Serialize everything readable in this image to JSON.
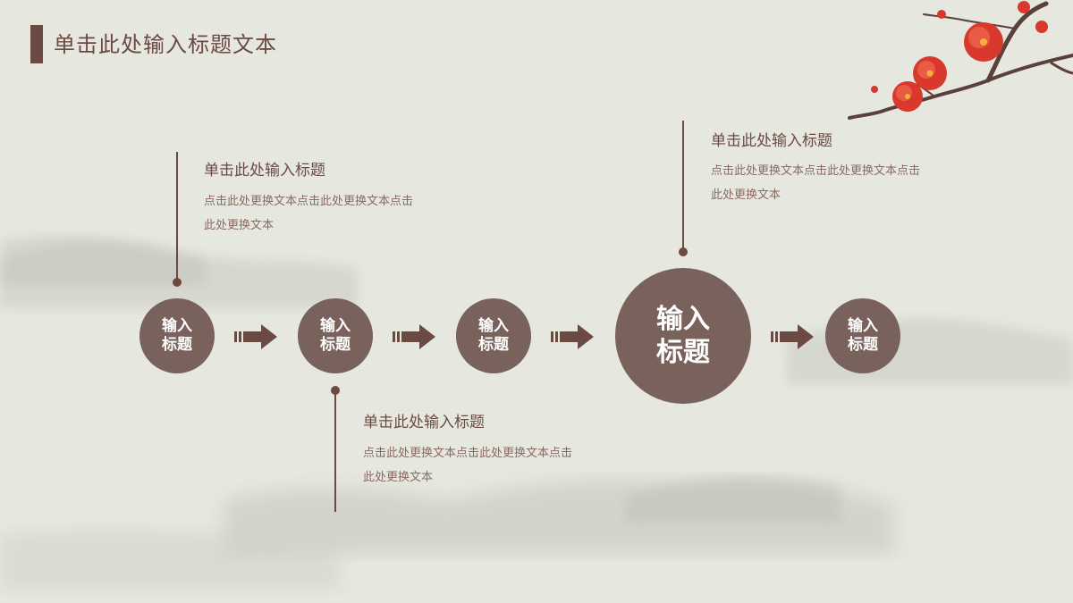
{
  "header": {
    "title": "单击此处输入标题文本"
  },
  "steps": [
    {
      "line1": "输入",
      "line2": "标题"
    },
    {
      "line1": "输入",
      "line2": "标题"
    },
    {
      "line1": "输入",
      "line2": "标题"
    },
    {
      "line1": "输入",
      "line2": "标题"
    },
    {
      "line1": "输入",
      "line2": "标题"
    }
  ],
  "notes": [
    {
      "title": "单击此处输入标题",
      "line1": "点击此处更换文本点击此处更换文本点击",
      "line2": "此处更换文本"
    },
    {
      "title": "单击此处输入标题",
      "line1": "点击此处更换文本点击此处更换文本点击",
      "line2": "此处更换文本"
    },
    {
      "title": "单击此处输入标题",
      "line1": "点击此处更换文本点击此处更换文本点击",
      "line2": "此处更换文本"
    }
  ],
  "colors": {
    "accent": "#6b4a42",
    "circle": "#7a625c",
    "background": "#e6e8e0",
    "blossom": "#d9382c"
  }
}
